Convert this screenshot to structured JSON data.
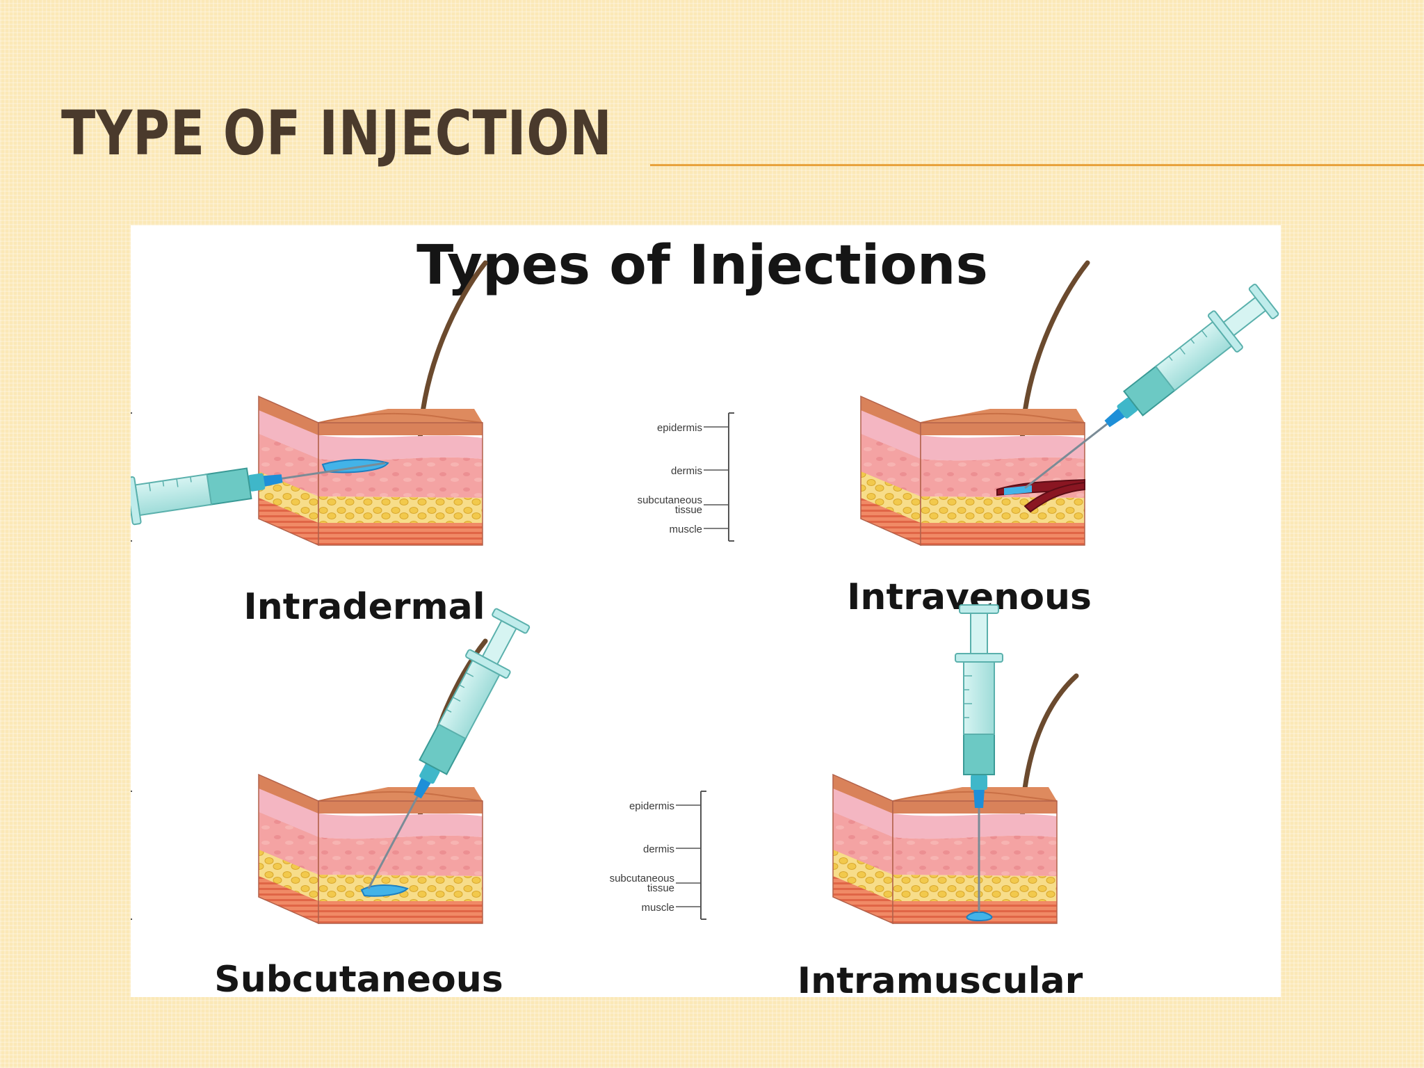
{
  "slide": {
    "title": "TYPE OF INJECTION"
  },
  "figure": {
    "title": "Types of Injections",
    "layer_labels": {
      "epidermis": "epidermis",
      "dermis": "dermis",
      "subcutaneous_1": "subcutaneous",
      "subcutaneous_2": "tissue",
      "muscle": "muscle"
    },
    "panels": [
      {
        "id": "intradermal",
        "label": "Intradermal"
      },
      {
        "id": "intravenous",
        "label": "Intravenous"
      },
      {
        "id": "subcutaneous",
        "label": "Subcutaneous"
      },
      {
        "id": "intramuscular",
        "label": "Intramuscular"
      }
    ]
  },
  "colors": {
    "background": "#fbe8b7",
    "title": "#4a3a2c",
    "rule": "#e8a23c",
    "skin_top": "#d9825a",
    "epidermis": "#f4a7b6",
    "dermis": "#f2a0a0",
    "fat": "#f3cf63",
    "muscle": "#ef7d5c",
    "syringe": "#a8e3e0",
    "needle": "#1e8fd8",
    "medicine": "#43b3e8",
    "vein": "#8a1622",
    "hair": "#6b4a2e"
  }
}
